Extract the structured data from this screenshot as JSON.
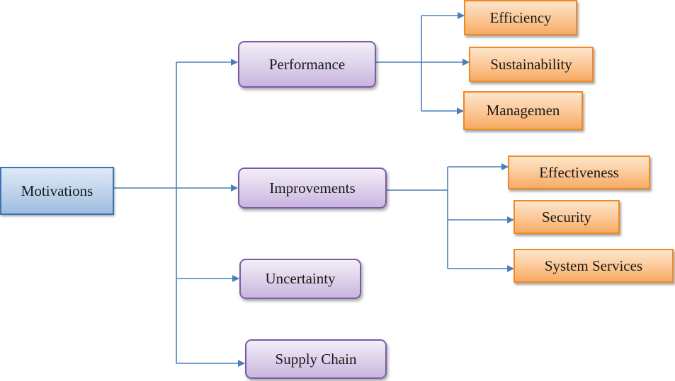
{
  "diagram": {
    "root": {
      "label": "Motivations"
    },
    "categories": [
      {
        "label": "Performance"
      },
      {
        "label": "Improvements"
      },
      {
        "label": "Uncertainty"
      },
      {
        "label": "Supply Chain"
      }
    ],
    "performance_items": [
      {
        "label": "Efficiency"
      },
      {
        "label": "Sustainability"
      },
      {
        "label": "Managemen"
      }
    ],
    "improvement_items": [
      {
        "label": "Effectiveness"
      },
      {
        "label": "Security"
      },
      {
        "label": "System Services"
      }
    ],
    "colors": {
      "connector": "#4a7ebb",
      "root_border": "#3e72b3",
      "category_border": "#7b5aa6",
      "leaf_border": "#f08a24"
    }
  }
}
